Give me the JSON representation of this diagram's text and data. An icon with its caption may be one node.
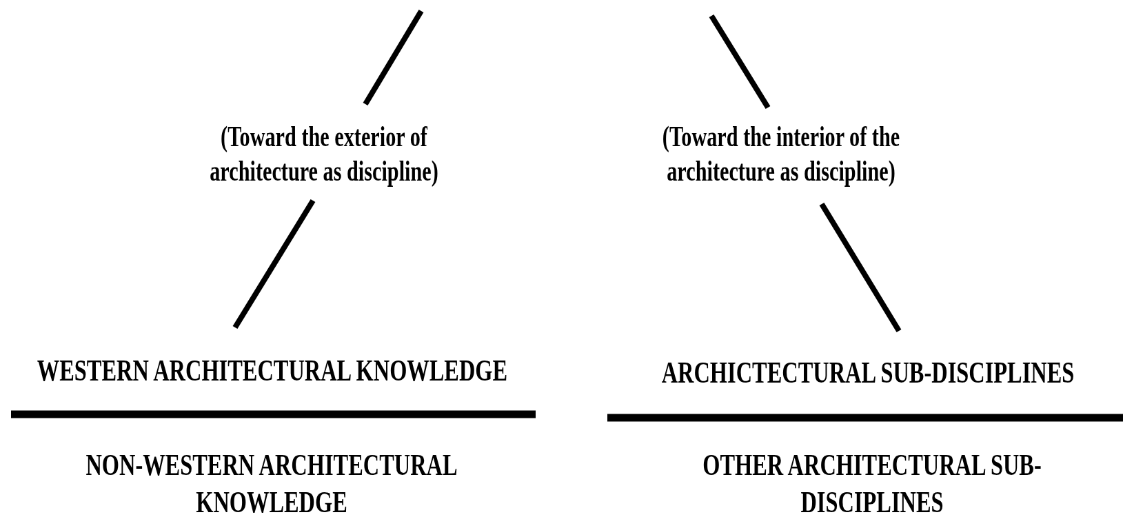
{
  "diagram": {
    "labels": [
      "(Toward the exterior of architecture as discipline)",
      "(Toward the interior of the architecture as discipline)",
      "WESTERN ARCHITECTURAL KNOWLEDGE",
      "ARCHICTECTURAL SUB-DISCIPLINES",
      "NON-WESTERN ARCHITECTURAL KNOWLEDGE",
      "OTHER ARCHITECTURAL SUB-DISCIPLINES"
    ]
  }
}
